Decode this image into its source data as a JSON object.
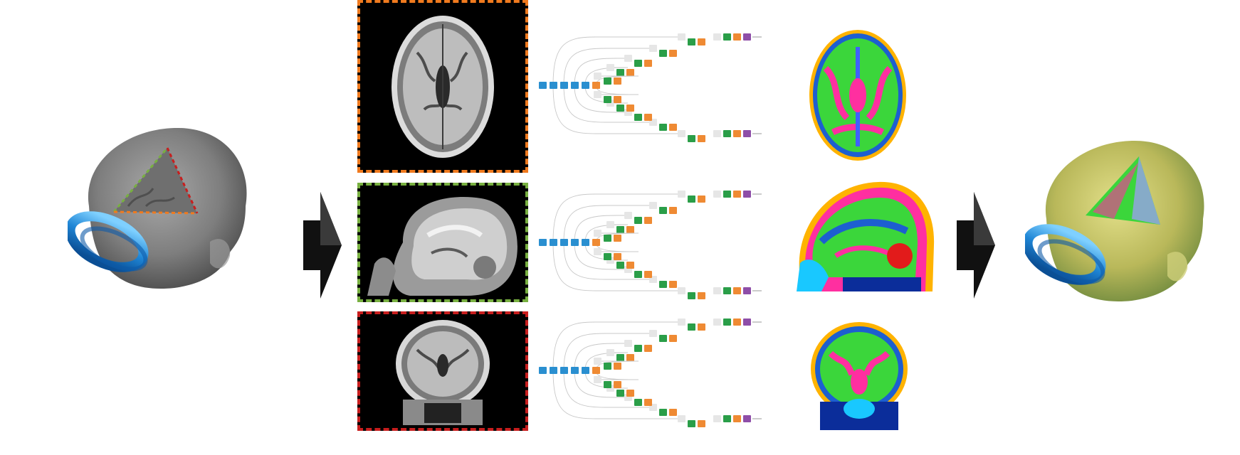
{
  "pipeline": {
    "colors": {
      "axial_frame": "#f07a1e",
      "sagittal_frame": "#78b040",
      "coronal_frame": "#c81e1e",
      "encoder_block": "#2a8fd0",
      "decoder_conv": "#2a9e48",
      "decoder_up": "#ef8a33",
      "skip_block": "#e6e6e6",
      "output_block": "#8e4ea8",
      "arrow": "#111111"
    },
    "stages": [
      {
        "id": "input-head",
        "icon": "head-volume-with-cutout"
      },
      {
        "id": "slices",
        "views": [
          "axial",
          "sagittal",
          "coronal"
        ]
      },
      {
        "id": "networks",
        "count": 3,
        "encoder_blocks": 6,
        "decoder_levels": 5
      },
      {
        "id": "segmentations",
        "views": [
          "axial",
          "sagittal",
          "coronal"
        ]
      },
      {
        "id": "output-head",
        "icon": "segmented-head-volume"
      }
    ]
  }
}
